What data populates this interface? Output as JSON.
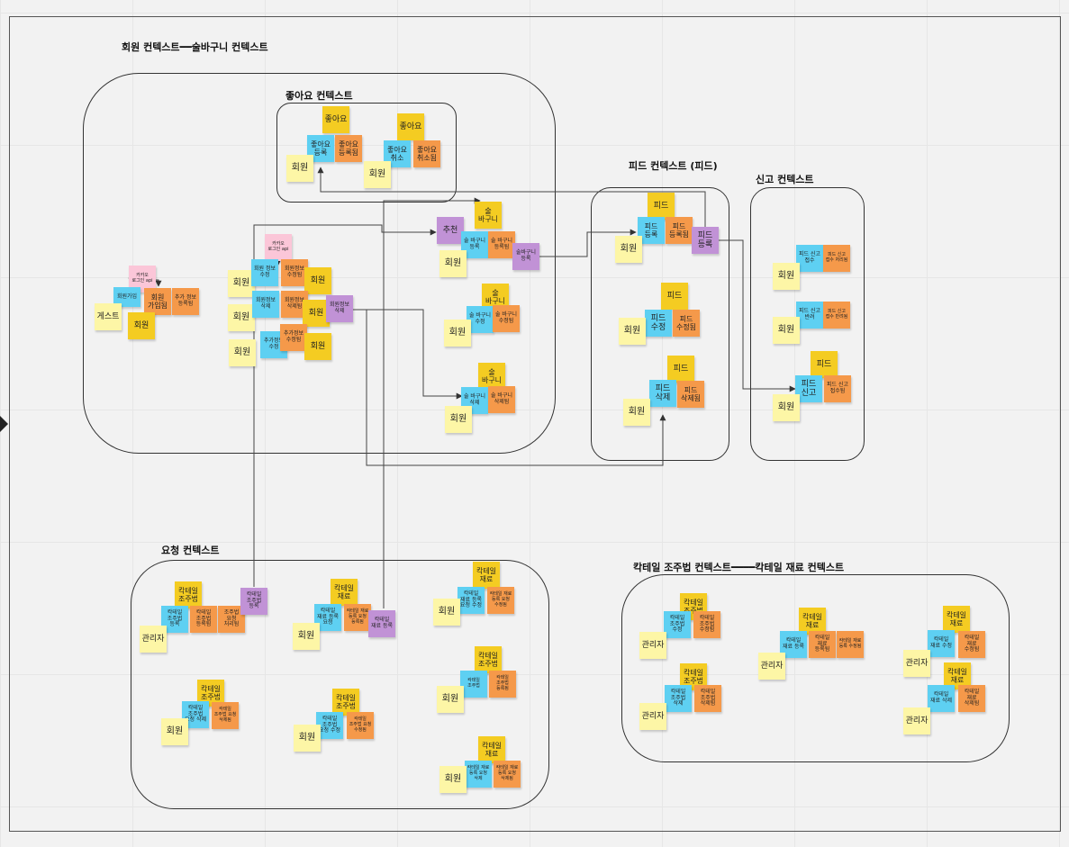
{
  "titles": {
    "member_basket": "회원 컨텍스트━━술바구니 컨텍스트",
    "like": "좋아요 컨텍스트",
    "feed": "피드 컨텍스트 (피드)",
    "report": "신고 컨텍스트",
    "request": "요청 컨텍스트",
    "cocktail": "칵테일 조주법 컨텍스트━━━━칵테일 재료 컨텍스트"
  },
  "colors": {
    "aggregate": "#f4cc22",
    "actor": "#fdf6a6",
    "command": "#5ed0f2",
    "event": "#f5994a",
    "policy": "#c192d6",
    "external": "#fbc6d8"
  },
  "notes": [
    {
      "text": "좋아요",
      "color": "y"
    },
    {
      "text": "좋아요 등록",
      "color": "b"
    },
    {
      "text": "좋아요 등록됨",
      "color": "o"
    },
    {
      "text": "회원",
      "color": "ly"
    },
    {
      "text": "좋아요",
      "color": "y"
    },
    {
      "text": "좋아요 취소",
      "color": "b"
    },
    {
      "text": "좋아요 취소됨",
      "color": "o"
    },
    {
      "text": "회원",
      "color": "ly"
    },
    {
      "text": "카카오 로그인 api",
      "color": "pk"
    },
    {
      "text": "회원가입",
      "color": "b"
    },
    {
      "text": "회원 가입됨",
      "color": "o"
    },
    {
      "text": "추가 정보 등록됨",
      "color": "o"
    },
    {
      "text": "게스트",
      "color": "ly"
    },
    {
      "text": "회원",
      "color": "y"
    },
    {
      "text": "카카오 로그인 api",
      "color": "pk"
    },
    {
      "text": "회원",
      "color": "ly"
    },
    {
      "text": "회원 정보 수정",
      "color": "b"
    },
    {
      "text": "회원정보 수정됨",
      "color": "o"
    },
    {
      "text": "회원",
      "color": "y"
    },
    {
      "text": "회원",
      "color": "ly"
    },
    {
      "text": "회원정보 삭제",
      "color": "b"
    },
    {
      "text": "회원정보 삭제됨",
      "color": "o"
    },
    {
      "text": "회원",
      "color": "y"
    },
    {
      "text": "회원정보 삭제",
      "color": "p"
    },
    {
      "text": "회원",
      "color": "ly"
    },
    {
      "text": "추가정보 수정",
      "color": "b"
    },
    {
      "text": "추가정보 수정됨",
      "color": "o"
    },
    {
      "text": "회원",
      "color": "y"
    },
    {
      "text": "술 바구니",
      "color": "y"
    },
    {
      "text": "추천",
      "color": "p"
    },
    {
      "text": "술 바구니 등록",
      "color": "b"
    },
    {
      "text": "술 바구니 등록됨",
      "color": "o"
    },
    {
      "text": "술바구니 등록",
      "color": "p"
    },
    {
      "text": "회원",
      "color": "ly"
    },
    {
      "text": "술 바구니",
      "color": "y"
    },
    {
      "text": "술 바구니 수정",
      "color": "b"
    },
    {
      "text": "술 바구니 수정됨",
      "color": "o"
    },
    {
      "text": "회원",
      "color": "ly"
    },
    {
      "text": "술 바구니",
      "color": "y"
    },
    {
      "text": "술 바구니 삭제",
      "color": "b"
    },
    {
      "text": "술 바구니 삭제됨",
      "color": "o"
    },
    {
      "text": "회원",
      "color": "ly"
    },
    {
      "text": "피드",
      "color": "y"
    },
    {
      "text": "피드 등록",
      "color": "b"
    },
    {
      "text": "피드 등록됨",
      "color": "o"
    },
    {
      "text": "피드 등록",
      "color": "p"
    },
    {
      "text": "회원",
      "color": "ly"
    },
    {
      "text": "피드",
      "color": "y"
    },
    {
      "text": "피드 수정",
      "color": "b"
    },
    {
      "text": "피드 수정됨",
      "color": "o"
    },
    {
      "text": "회원",
      "color": "ly"
    },
    {
      "text": "피드",
      "color": "y"
    },
    {
      "text": "피드 삭제",
      "color": "b"
    },
    {
      "text": "피드 삭제됨",
      "color": "o"
    },
    {
      "text": "회원",
      "color": "ly"
    },
    {
      "text": "피드 신고 접수",
      "color": "b"
    },
    {
      "text": "피드 신고 접수 처리됨",
      "color": "o"
    },
    {
      "text": "회원",
      "color": "ly"
    },
    {
      "text": "피드 신고 반려",
      "color": "b"
    },
    {
      "text": "피드 신고 접수 반려됨",
      "color": "o"
    },
    {
      "text": "회원",
      "color": "ly"
    },
    {
      "text": "피드",
      "color": "y"
    },
    {
      "text": "피드 신고",
      "color": "b"
    },
    {
      "text": "피드 신고 접수됨",
      "color": "o"
    },
    {
      "text": "회원",
      "color": "ly"
    },
    {
      "text": "칵테일 조주법",
      "color": "y"
    },
    {
      "text": "칵테일 조주법 등록",
      "color": "b"
    },
    {
      "text": "칵테일 조주법 등록됨",
      "color": "o"
    },
    {
      "text": "조주법 요청 처리됨",
      "color": "o"
    },
    {
      "text": "칵테일 조주법 등록",
      "color": "p"
    },
    {
      "text": "관리자",
      "color": "ly"
    },
    {
      "text": "칵테일 재료",
      "color": "y"
    },
    {
      "text": "칵테일 재료 등록 요청",
      "color": "b"
    },
    {
      "text": "칵테일 재료 등록 요청 등록됨",
      "color": "o"
    },
    {
      "text": "칵테일 재료 등록",
      "color": "p"
    },
    {
      "text": "회원",
      "color": "ly"
    },
    {
      "text": "칵테일 재료",
      "color": "y"
    },
    {
      "text": "칵테일 재료 등록 요청 수정",
      "color": "b"
    },
    {
      "text": "칵테일 재료 등록 요청 수정됨",
      "color": "o"
    },
    {
      "text": "회원",
      "color": "ly"
    },
    {
      "text": "칵테일 조주법",
      "color": "y"
    },
    {
      "text": "칵테일 조주법",
      "color": "b"
    },
    {
      "text": "칵테일 조주법 등록됨",
      "color": "o"
    },
    {
      "text": "회원",
      "color": "ly"
    },
    {
      "text": "칵테일 조주법",
      "color": "y"
    },
    {
      "text": "칵테일 조주법 요청 수정",
      "color": "b"
    },
    {
      "text": "칵테일 조주법 요청 수정됨",
      "color": "o"
    },
    {
      "text": "회원",
      "color": "ly"
    },
    {
      "text": "칵테일 재료",
      "color": "y"
    },
    {
      "text": "칵테일 재료 등록 요청 삭제",
      "color": "b"
    },
    {
      "text": "칵테일 재료 등록 요청 삭제됨",
      "color": "o"
    },
    {
      "text": "회원",
      "color": "ly"
    },
    {
      "text": "칵테일 조주법",
      "color": "y"
    },
    {
      "text": "칵테일 조주법 요청 삭제",
      "color": "b"
    },
    {
      "text": "칵테일 조주법 요청 삭제됨",
      "color": "o"
    },
    {
      "text": "회원",
      "color": "ly"
    },
    {
      "text": "칵테일 조주법",
      "color": "y"
    },
    {
      "text": "칵테일 조주법 수정",
      "color": "b"
    },
    {
      "text": "칵테일 조주법 수정됨",
      "color": "o"
    },
    {
      "text": "관리자",
      "color": "ly"
    },
    {
      "text": "칵테일 조주법",
      "color": "y"
    },
    {
      "text": "칵테일 조주법 삭제",
      "color": "b"
    },
    {
      "text": "칵테일 조주법 삭제됨",
      "color": "o"
    },
    {
      "text": "관리자",
      "color": "ly"
    },
    {
      "text": "칵테일 재료",
      "color": "y"
    },
    {
      "text": "칵테일 재료 등록",
      "color": "b"
    },
    {
      "text": "칵테일 재료 등록됨",
      "color": "o"
    },
    {
      "text": "칵테일 재료 등록 수정됨",
      "color": "o"
    },
    {
      "text": "관리자",
      "color": "ly"
    },
    {
      "text": "칵테일 재료",
      "color": "y"
    },
    {
      "text": "칵테일 재료 수정",
      "color": "b"
    },
    {
      "text": "칵테일 재료 수정됨",
      "color": "o"
    },
    {
      "text": "관리자",
      "color": "ly"
    },
    {
      "text": "칵테일 재료",
      "color": "y"
    },
    {
      "text": "칵테일 재료 삭제",
      "color": "b"
    },
    {
      "text": "칵테일 재료 삭제됨",
      "color": "o"
    },
    {
      "text": "관리자",
      "color": "ly"
    }
  ]
}
